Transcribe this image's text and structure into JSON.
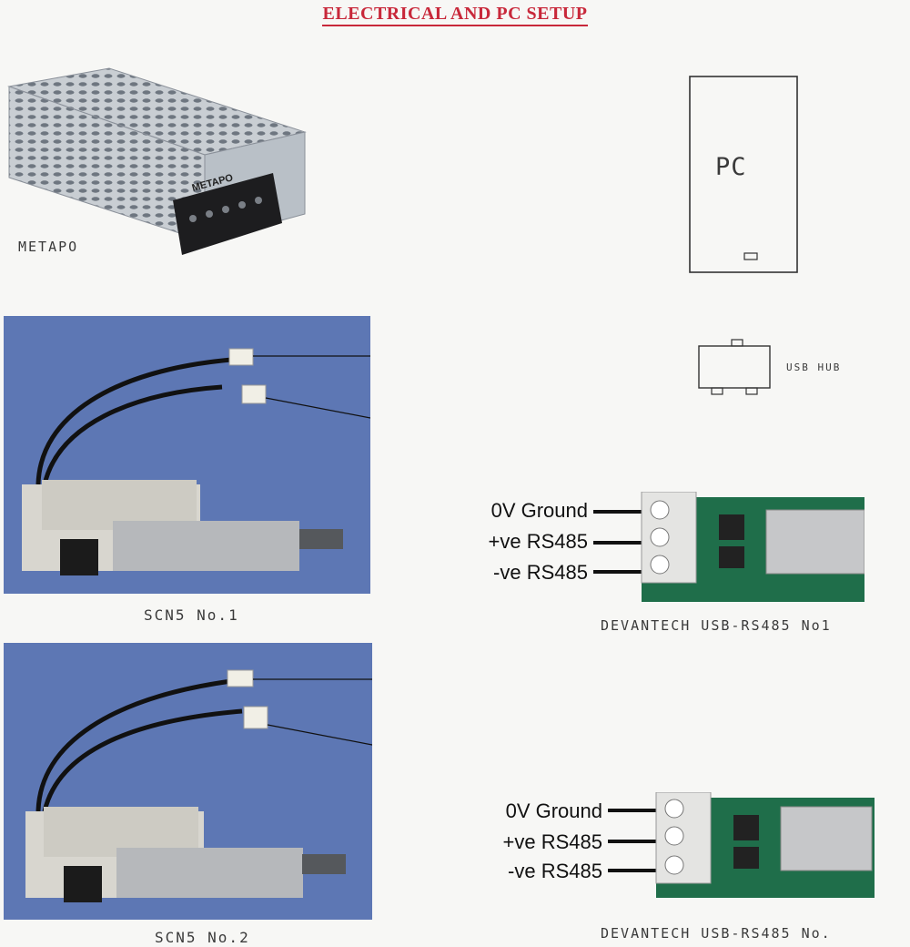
{
  "title": "ELECTRICAL AND PC SETUP",
  "psu": {
    "caption": "METAPO",
    "brand": "METAPO"
  },
  "pc": {
    "label": "PC"
  },
  "usb_hub": {
    "label": "USB HUB"
  },
  "actuators": [
    {
      "caption": "SCN5 No.1"
    },
    {
      "caption": "SCN5 No.2"
    }
  ],
  "converters": [
    {
      "caption": "DEVANTECH USB-RS485 No1",
      "pins": [
        "0V Ground",
        "+ve RS485",
        "-ve RS485"
      ]
    },
    {
      "caption": "DEVANTECH USB-RS485 No.",
      "pins": [
        "0V Ground",
        "+ve RS485",
        "-ve RS485"
      ]
    }
  ],
  "colors": {
    "title": "#c8283a",
    "photo_background": "#5d77b4",
    "pcb_green": "#1f6e4a"
  }
}
